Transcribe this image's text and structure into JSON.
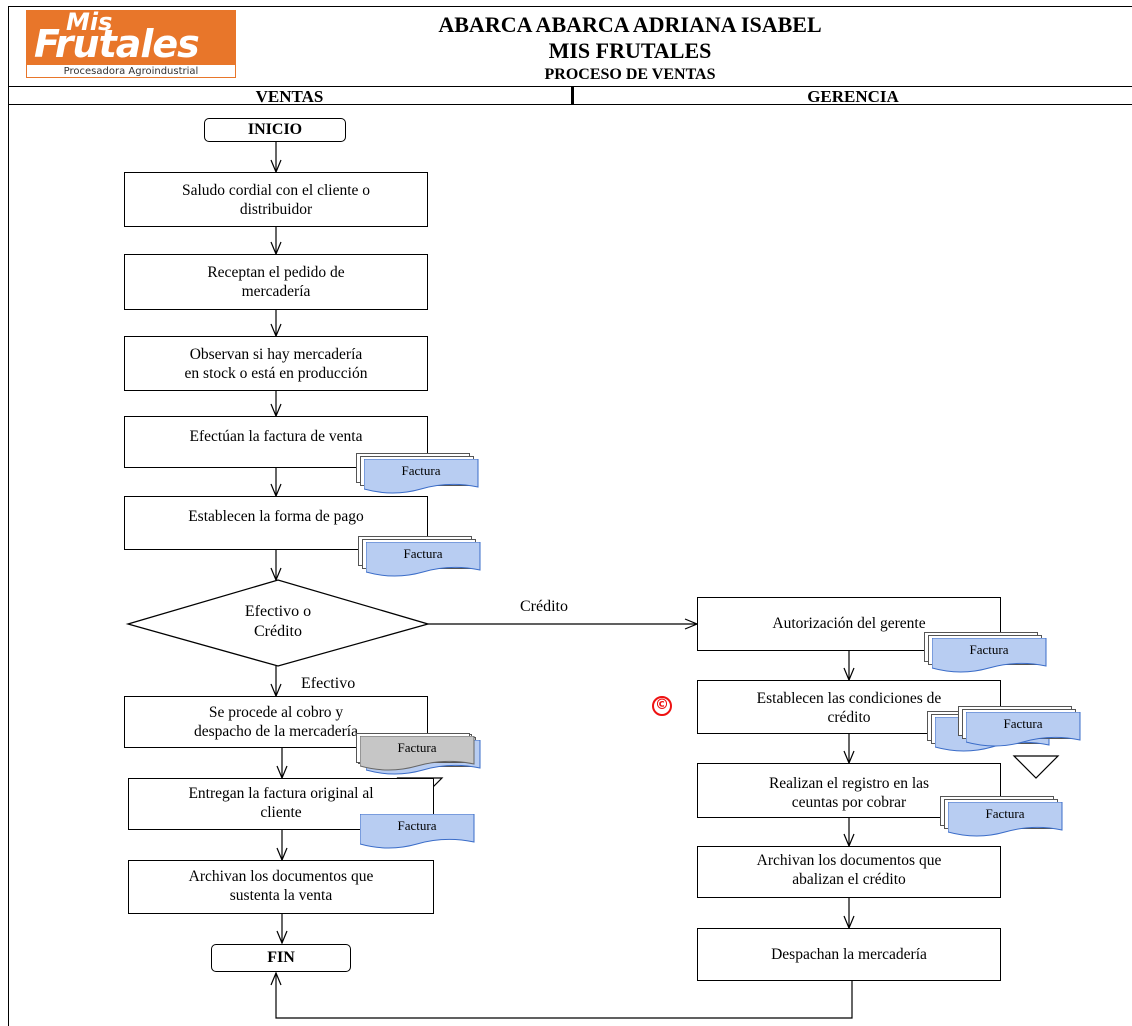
{
  "header": {
    "company_line": "ABARCA ABARCA ADRIANA ISABEL",
    "brand_line": "MIS FRUTALES",
    "process_line": "PROCESO DE VENTAS",
    "logo": {
      "mis": "Mis",
      "frutales": "Frutales",
      "tagline": "Procesadora Agroindustrial"
    }
  },
  "lanes": {
    "left": "VENTAS",
    "right": "GERENCIA"
  },
  "terminals": {
    "start": "INICIO",
    "end": "FIN"
  },
  "steps": {
    "saludo": "Saludo cordial con el cliente o\ndistribuidor",
    "pedido": "Receptan el pedido de\nmercadería",
    "stock": "Observan si hay mercadería\nen stock o está en producción",
    "factura_venta": "Efectúan la factura de venta",
    "forma_pago": "Establecen la forma de pago",
    "cobro": "Se procede al cobro y\ndespacho de la mercadería",
    "entrega": "Entregan la factura original al\ncliente",
    "archivan_venta": "Archivan los documentos que\nsustenta la venta",
    "autorizacion": "Autorización del gerente",
    "condiciones": "Establecen las condiciones de\ncrédito",
    "registro": "Realizan el registro en las\nceuntas por cobrar",
    "archivan_credito": "Archivan los documentos que\nabalizan el crédito",
    "despachan": "Despachan la mercadería"
  },
  "decision": {
    "text": "Efectivo o\nCrédito",
    "branch_yes": "Efectivo",
    "branch_no": "Crédito"
  },
  "document_label": "Factura",
  "copyright_mark": "©",
  "colors": {
    "doc_blue": "#b8cdf2",
    "doc_gray": "#c6c6c6",
    "logo_orange": "#e8762a"
  }
}
